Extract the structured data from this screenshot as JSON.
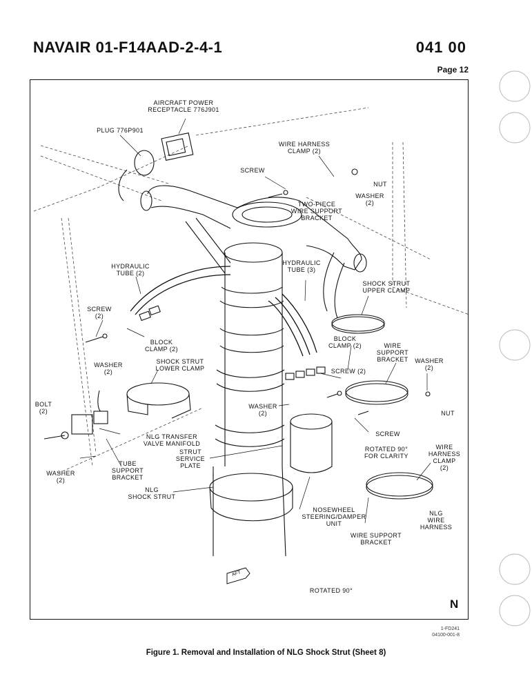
{
  "header": {
    "manual_id": "NAVAIR 01-F14AAD-2-4-1",
    "wp_number": "041 00",
    "page": "Page 12"
  },
  "callouts": {
    "aircraft_power_receptacle": "AIRCRAFT POWER\nRECEPTACLE 776J901",
    "plug": "PLUG 776P901",
    "wire_harness_clamp_top": "WIRE HARNESS\nCLAMP (2)",
    "screw_top": "SCREW",
    "nut_top": "NUT",
    "washer_top": "WASHER\n(2)",
    "two_piece_bracket": "TWO-PIECE\nWIRE SUPPORT\nBRACKET",
    "hydraulic_tube_left": "HYDRAULIC\nTUBE (2)",
    "hydraulic_tube_right": "HYDRAULIC\nTUBE (3)",
    "upper_clamp": "SHOCK STRUT\nUPPER CLAMP",
    "screw_left": "SCREW\n(2)",
    "block_clamp_left": "BLOCK\nCLAMP (2)",
    "washer_left": "WASHER\n(2)",
    "block_clamp_right": "BLOCK\nCLAMP (2)",
    "wire_support_bracket_right": "WIRE\nSUPPORT\nBRACKET",
    "washer_right": "WASHER\n(2)",
    "lower_clamp": "SHOCK STRUT\nLOWER CLAMP",
    "screw_mid": "SCREW (2)",
    "bolt": "BOLT\n(2)",
    "washer_mid": "WASHER\n(2)",
    "nut_right": "NUT",
    "screw_right": "SCREW",
    "nlg_transfer_valve": "NLG TRANSFER\nVALVE MANIFOLD",
    "strut_service_plate": "STRUT\nSERVICE\nPLATE",
    "rotated_clarity": "ROTATED 90°\nFOR CLARITY",
    "wire_harness_clamp_right": "WIRE\nHARNESS\nCLAMP (2)",
    "washer_bottom": "WASHER\n(2)",
    "tube_support_bracket": "TUBE\nSUPPORT\nBRACKET",
    "nlg_shock_strut": "NLG\nSHOCK STRUT",
    "nosewheel_unit": "NOSEWHEEL\nSTEERING/DAMPER\nUNIT",
    "nlg_wire_harness": "NLG WIRE\nHARNESS",
    "wire_support_bracket_bottom": "WIRE SUPPORT\nBRACKET",
    "rotated_note": "ROTATED 90°",
    "aft": "AFT"
  },
  "orientation_marker": "N",
  "figure_code": "1-FD241\n04100-001-8",
  "caption": "Figure 1. Removal and Installation of NLG Shock Strut (Sheet 8)"
}
